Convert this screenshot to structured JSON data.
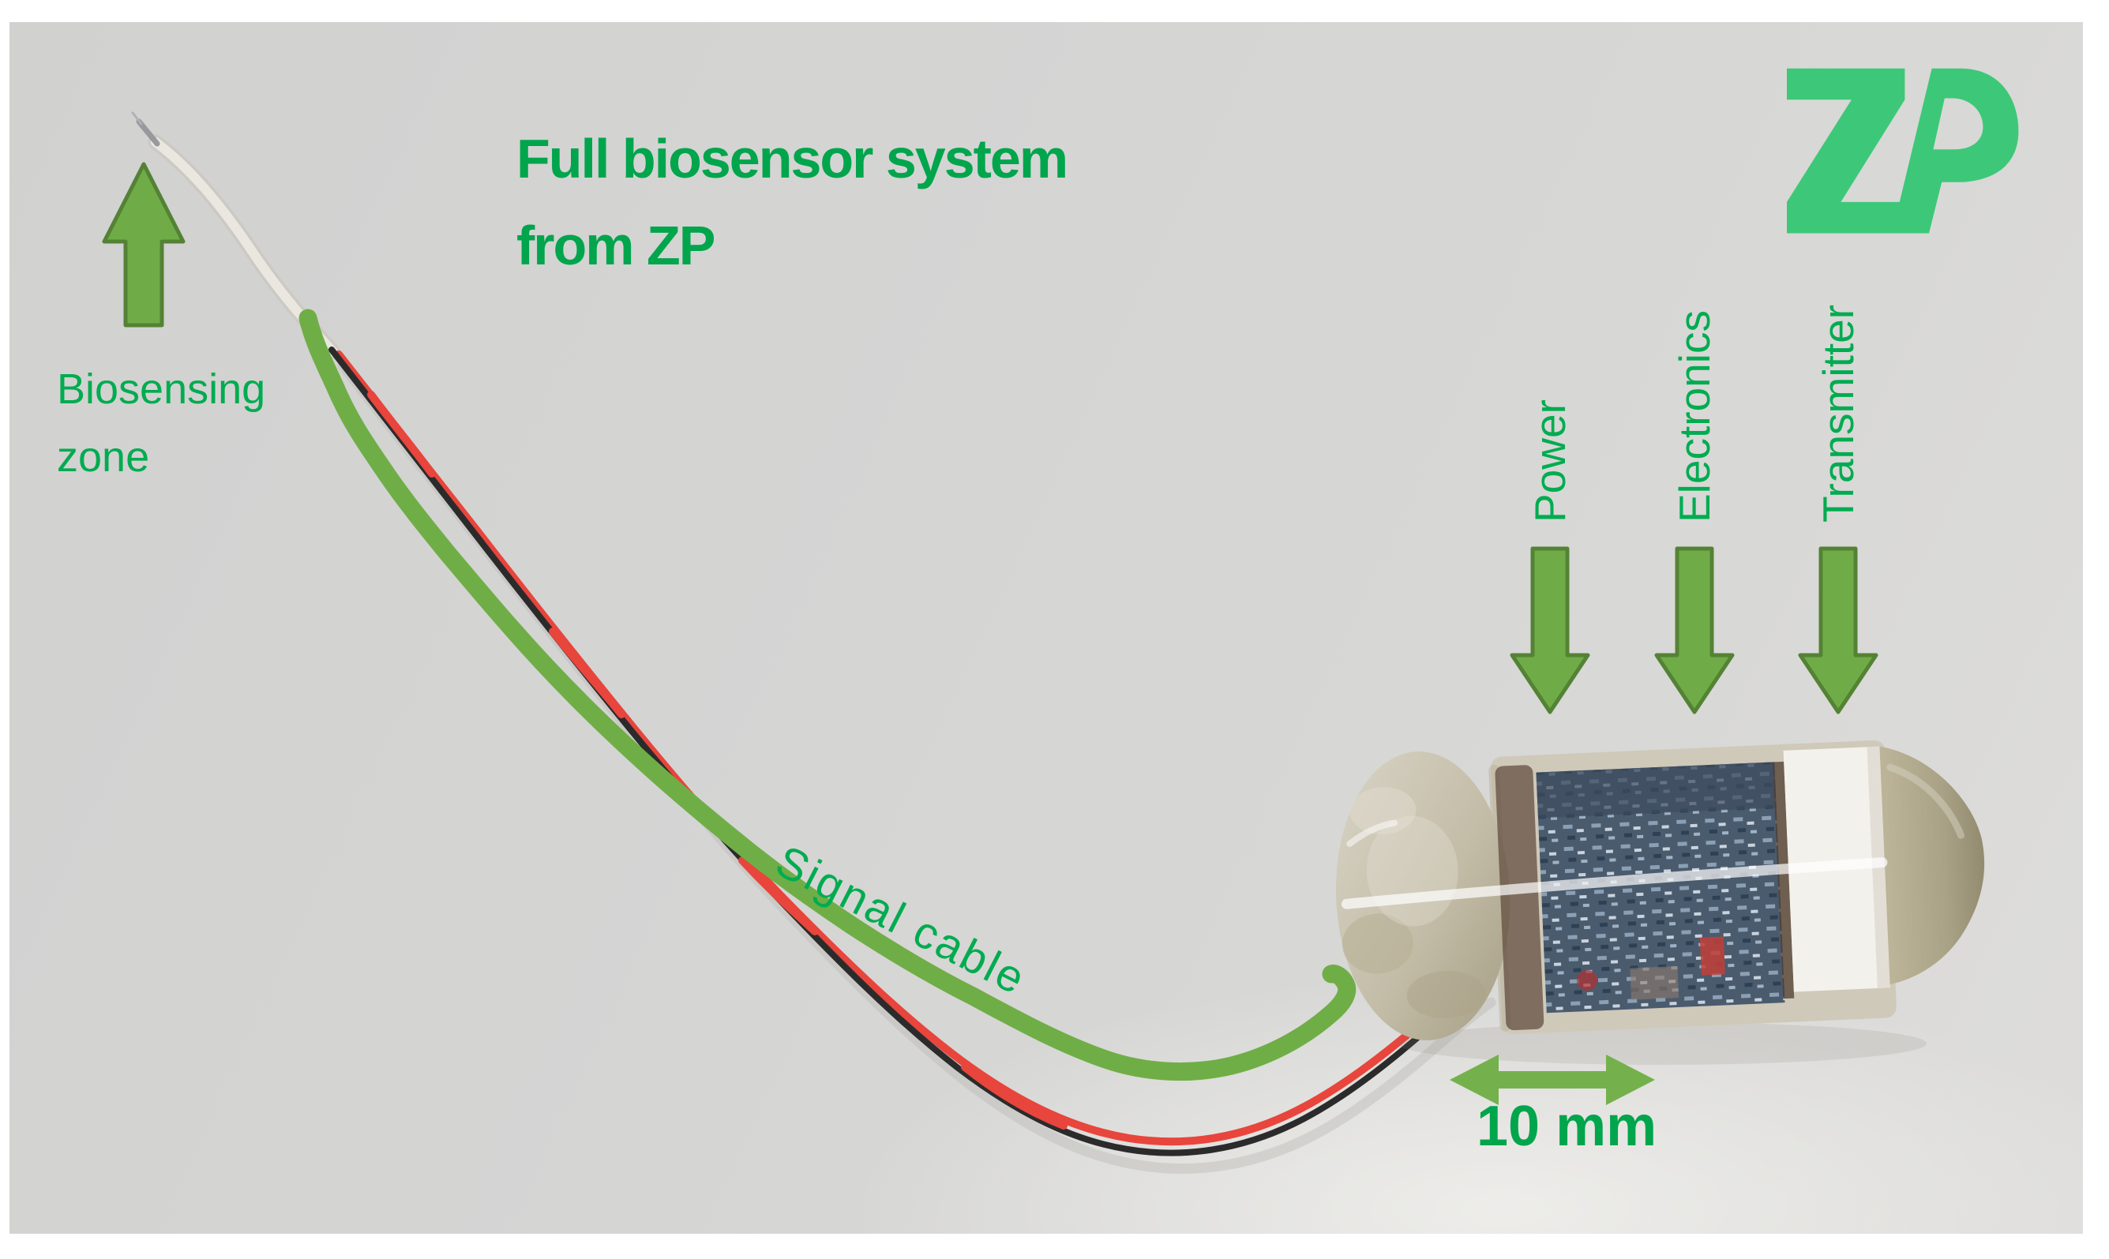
{
  "annotations": {
    "title": {
      "line1": "Full biosensor system",
      "line2": "from ZP"
    },
    "biosensing_zone": {
      "line1": "Biosensing",
      "line2": "zone"
    },
    "signal_cable": "Signal cable",
    "component_labels": [
      {
        "label": "Power"
      },
      {
        "label": "Electronics"
      },
      {
        "label": "Transmitter"
      }
    ],
    "scale_label": "10 mm",
    "logo_text": "ZP"
  },
  "shapes": {
    "biosensing_arrow": "block-arrow-up",
    "component_arrows": "block-arrow-down",
    "scale_arrow": "double-headed-arrow",
    "cable_highlight": "freehand-green-curve"
  },
  "colors": {
    "label_green": "#00AC50",
    "title_green": "#00A54C",
    "logo_green": "#3CC878",
    "block_arrow_fill": "#6FAC47",
    "block_arrow_border": "#548235",
    "scribble_green": "#6FAE46",
    "photo_background": "#d5d5d4",
    "page_background": "#ffffff",
    "wire_red": "#E8453C",
    "wire_black": "#2B2B2B",
    "pcb_blue": "#4B5B6E",
    "capsule_band_white": "#F3F1EC"
  }
}
